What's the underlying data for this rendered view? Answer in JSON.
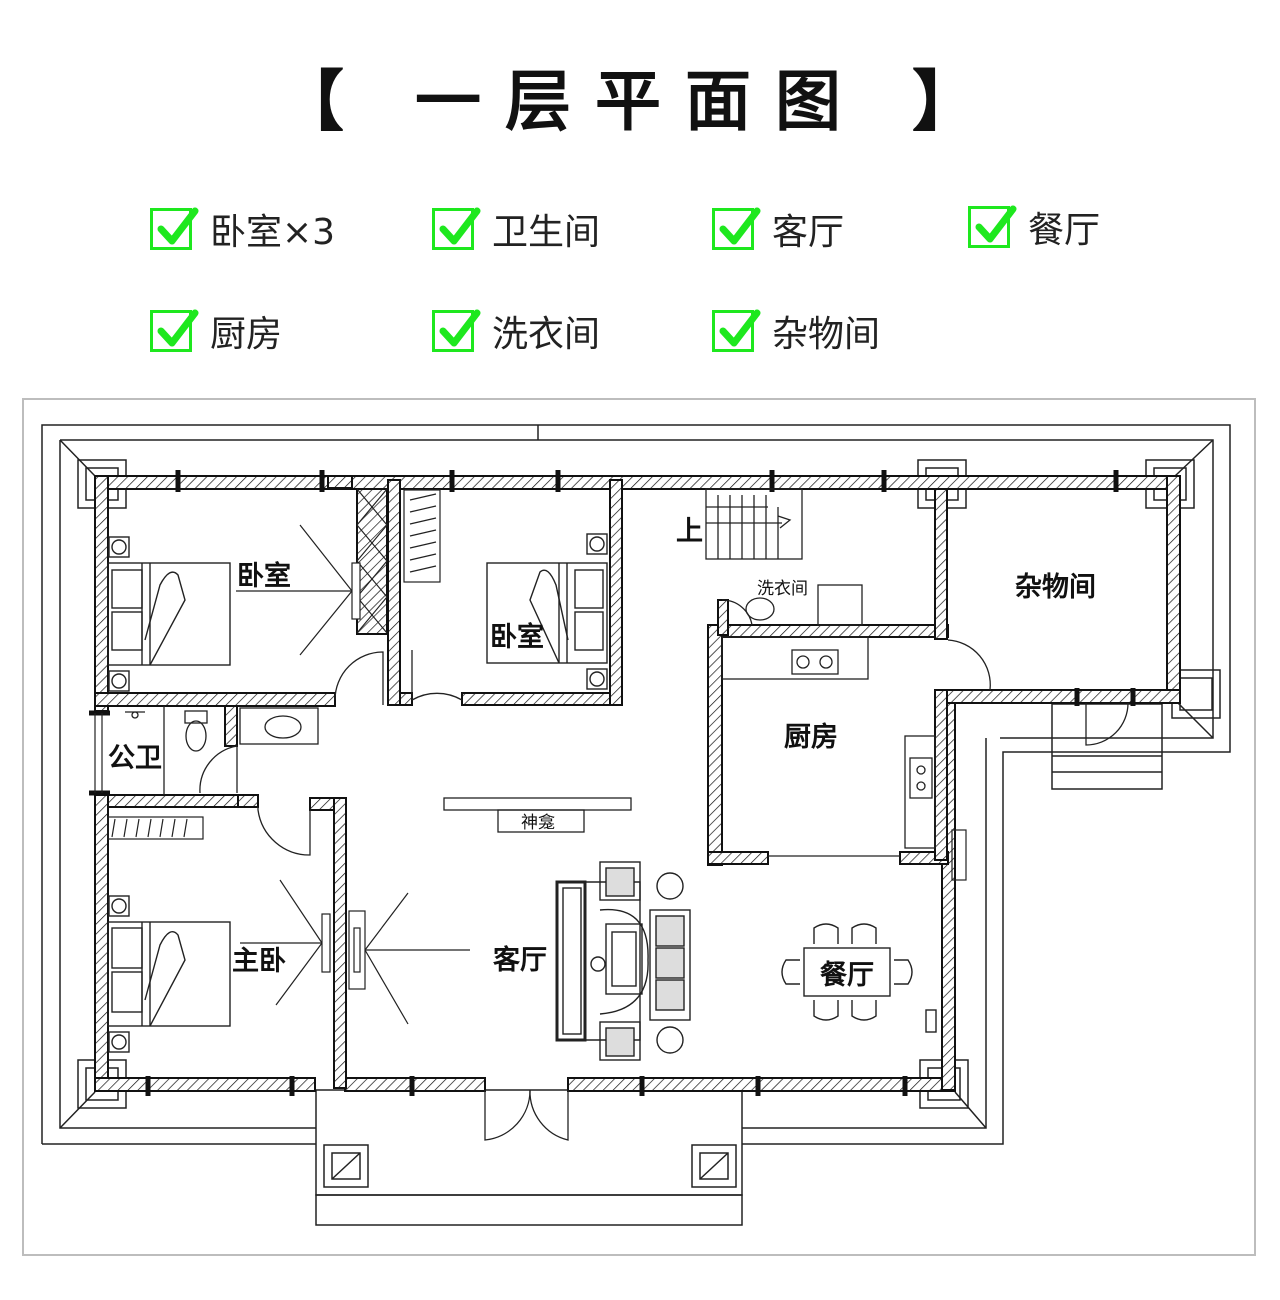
{
  "title": "【 一层平面图 】",
  "features": [
    {
      "label": "卧室×3"
    },
    {
      "label": "卫生间"
    },
    {
      "label": "客厅"
    },
    {
      "label": "餐厅"
    },
    {
      "label": "厨房"
    },
    {
      "label": "洗衣间"
    },
    {
      "label": "杂物间"
    }
  ],
  "check_color": "#1ee81e",
  "plan": {
    "rooms": {
      "bedroom_1": "卧室",
      "bedroom_2": "卧室",
      "master_bedroom": "主卧",
      "public_bath": "公卫",
      "living_room": "客厅",
      "shrine": "神龛",
      "laundry": "洗衣间",
      "storage": "杂物间",
      "kitchen": "厨房",
      "dining": "餐厅",
      "stair_up": "上"
    }
  }
}
